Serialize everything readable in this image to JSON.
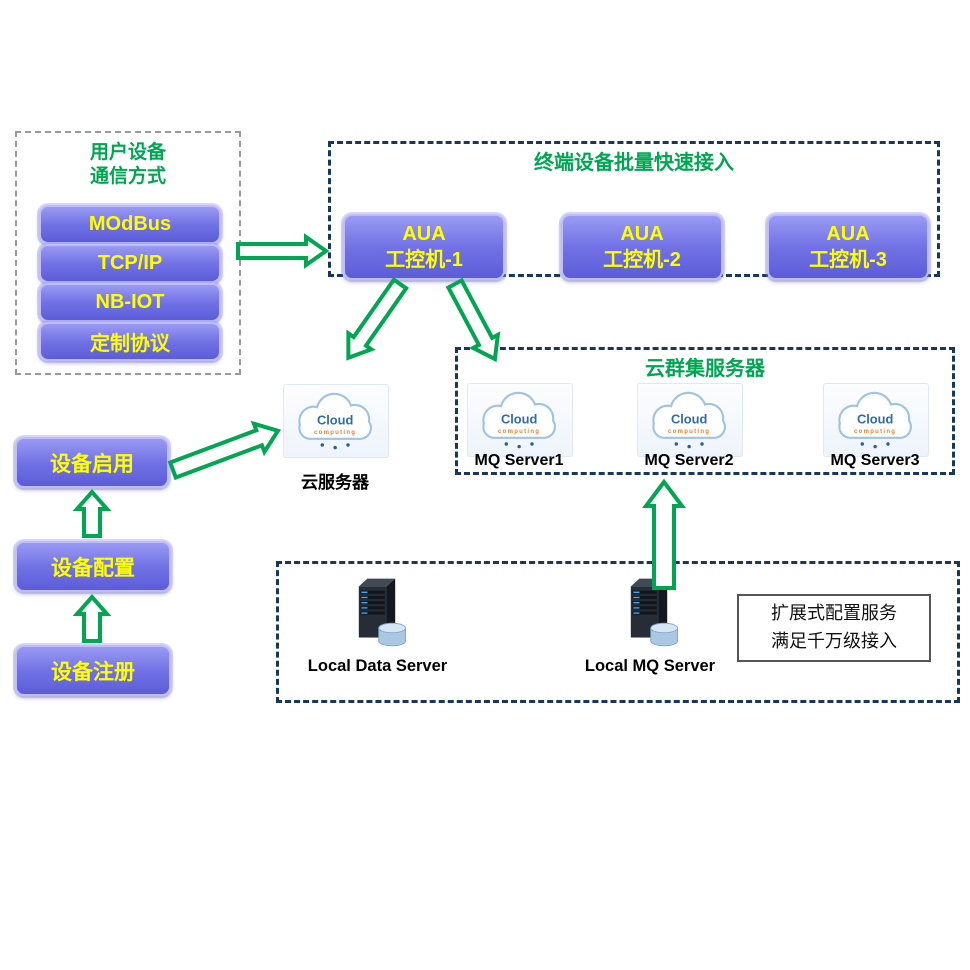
{
  "comm_panel": {
    "title_line1": "用户设备",
    "title_line2": "通信方式",
    "items": [
      "MOdBus",
      "TCP/IP",
      "NB-IOT",
      "定制协议"
    ]
  },
  "terminal_panel": {
    "title": "终端设备批量快速接入",
    "nodes": [
      {
        "line1": "AUA",
        "line2": "工控机-1"
      },
      {
        "line1": "AUA",
        "line2": "工控机-2"
      },
      {
        "line1": "AUA",
        "line2": "工控机-3"
      }
    ]
  },
  "cloud": {
    "word": "Cloud",
    "sub": "computing"
  },
  "cloud_server_label": "云服务器",
  "cluster_panel": {
    "title": "云群集服务器",
    "nodes": [
      "MQ Server1",
      "MQ Server2",
      "MQ Server3"
    ]
  },
  "device_flow": [
    "设备启用",
    "设备配置",
    "设备注册"
  ],
  "local_panel": {
    "server_labels": [
      "Local Data Server",
      "Local MQ Server"
    ],
    "note": {
      "line1": "扩展式配置服务",
      "line2": "满足千万级接入"
    }
  },
  "icons": {
    "cloud": "cloud-icon",
    "server": "server-tower-icon",
    "arrow": "block-arrow"
  },
  "colors": {
    "title_green": "#00A651",
    "arrow_green": "#00A651",
    "dashed_navy": "#17375E",
    "node_purple": "#6B6BE0",
    "node_text_yellow": "#FFFF00"
  }
}
